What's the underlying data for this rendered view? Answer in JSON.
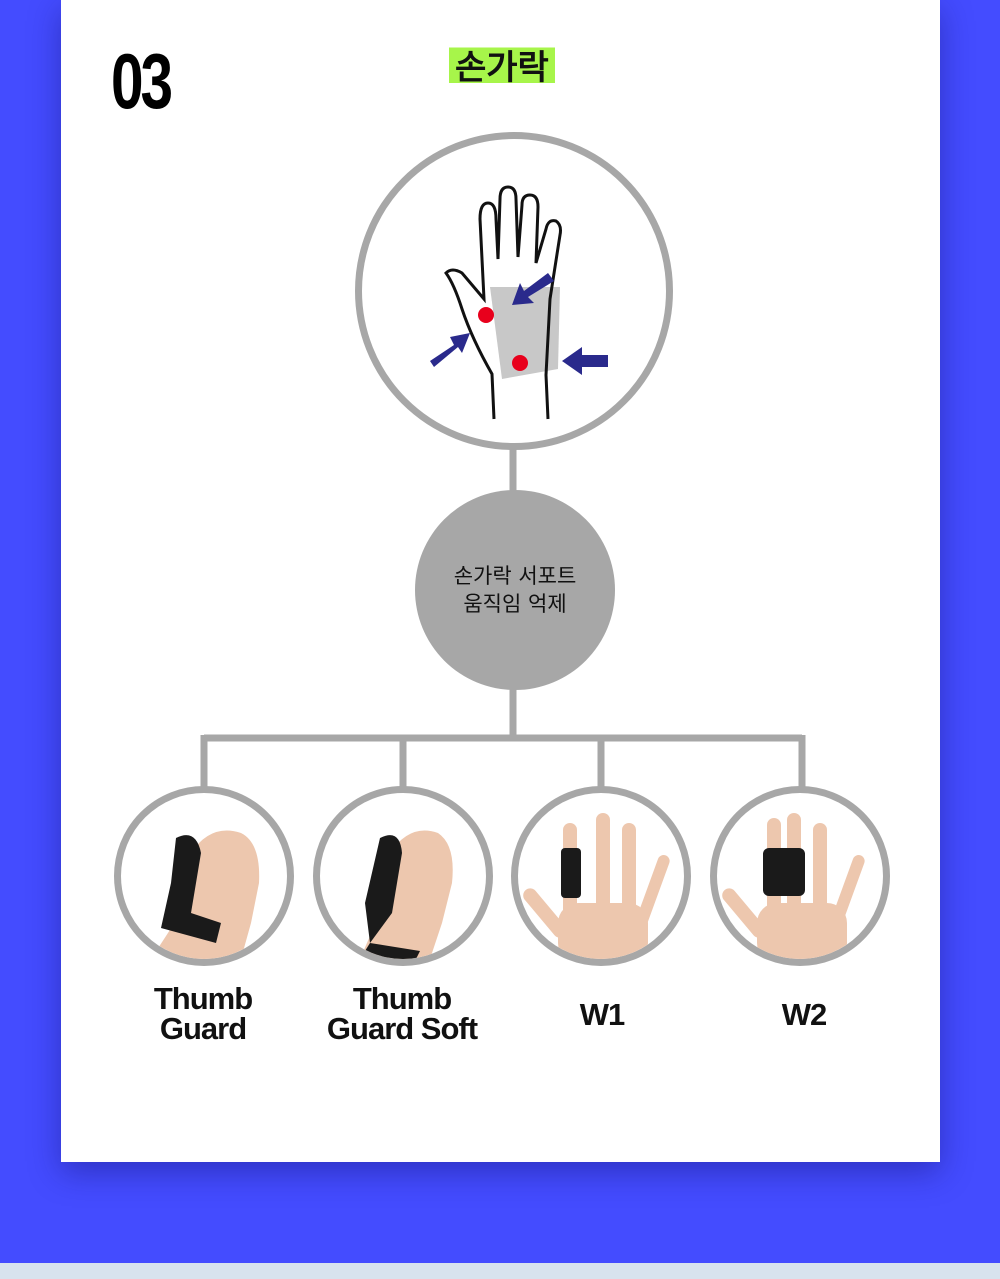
{
  "section_number": "03",
  "section_title": "손가락",
  "diagram": {
    "center_line1": "손가락 서포트",
    "center_line2": "움직임 억제"
  },
  "products": [
    {
      "name_line1": "Thumb",
      "name_line2": "Guard"
    },
    {
      "name_line1": "Thumb",
      "name_line2": "Guard Soft"
    },
    {
      "name_line1": "W1",
      "name_line2": ""
    },
    {
      "name_line1": "W2",
      "name_line2": ""
    }
  ],
  "colors": {
    "background": "#444cff",
    "accent_highlight": "#a7f54a",
    "line": "#a7a7a7",
    "arrow": "#2a2a8c",
    "dot": "#e8001c"
  }
}
